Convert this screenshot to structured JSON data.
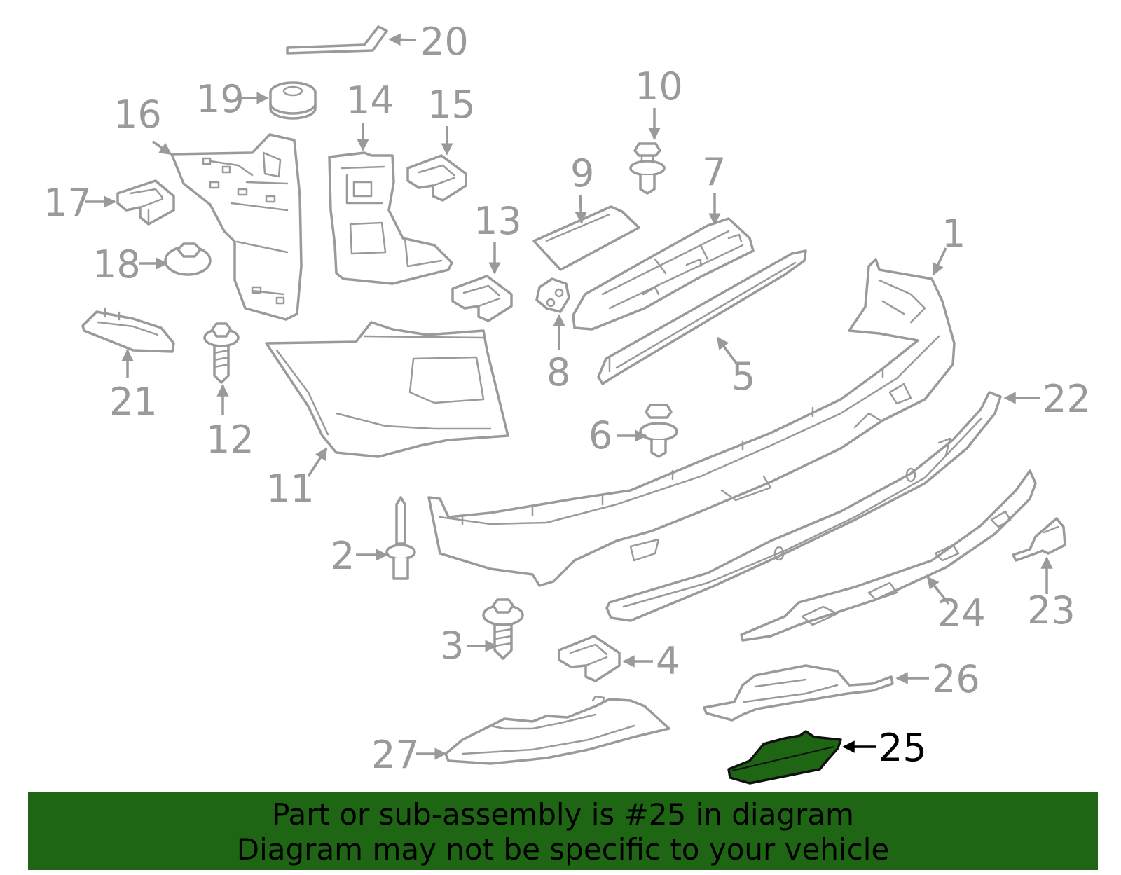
{
  "diagram": {
    "highlighted_part": "25",
    "callouts": [
      "1",
      "2",
      "3",
      "4",
      "5",
      "6",
      "7",
      "8",
      "9",
      "10",
      "11",
      "12",
      "13",
      "14",
      "15",
      "16",
      "17",
      "18",
      "19",
      "20",
      "21",
      "22",
      "23",
      "24",
      "25",
      "26",
      "27"
    ]
  },
  "banner": {
    "line1": "Part or sub-assembly is #25 in diagram",
    "line2": "Diagram may not be specific to your vehicle"
  },
  "colors": {
    "highlight": "#1e6614",
    "line_art": "#9a9a9a",
    "highlight_label": "#000000"
  }
}
